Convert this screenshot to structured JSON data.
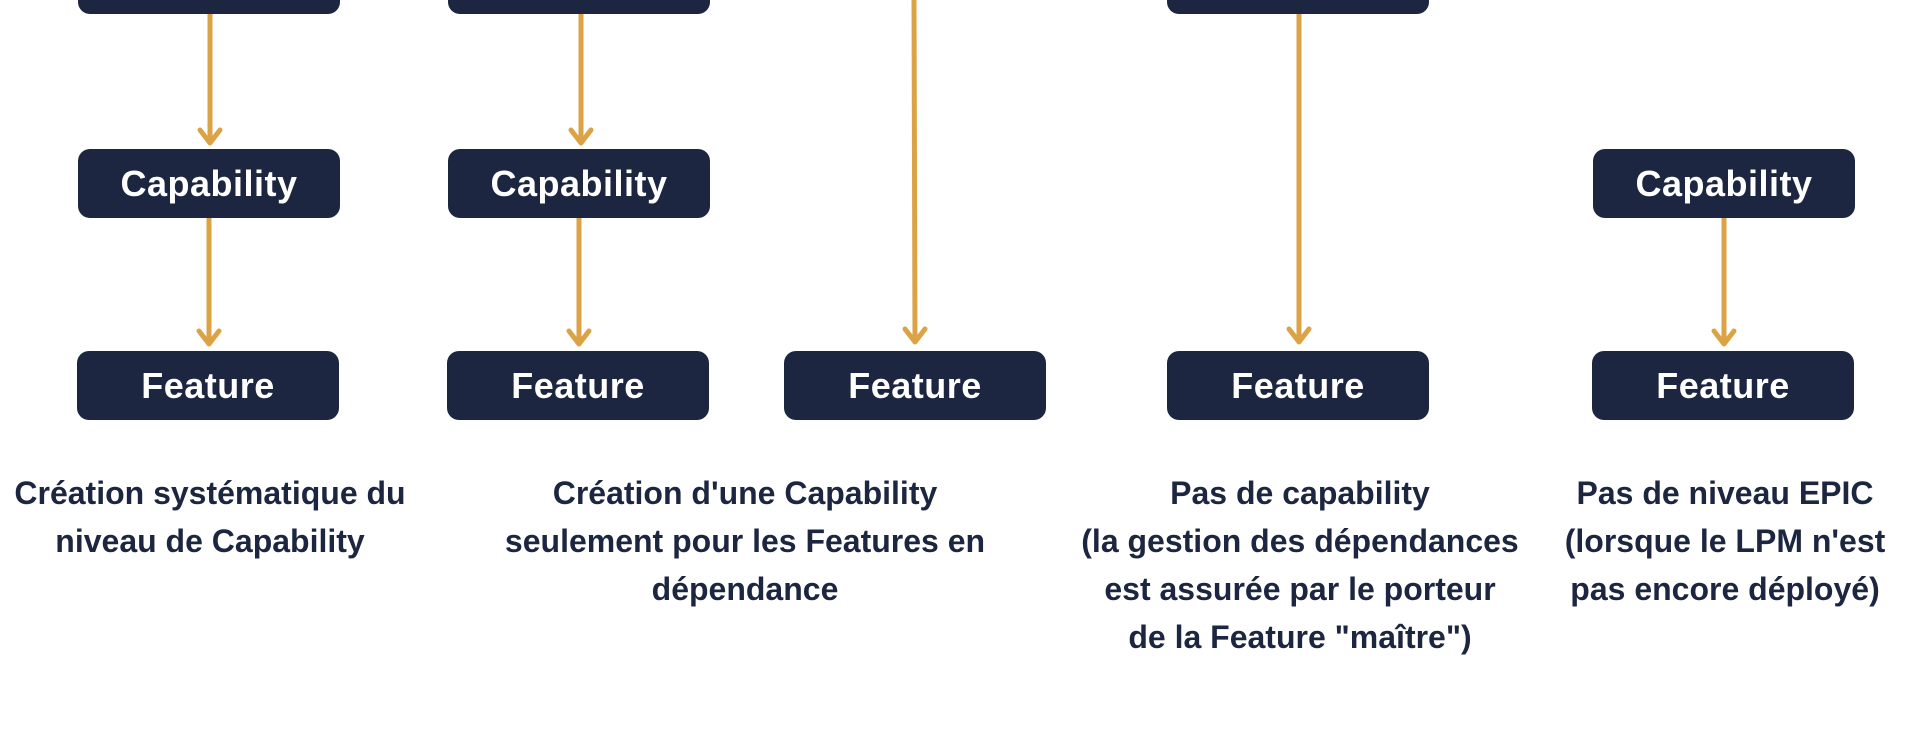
{
  "colors": {
    "node_fill": "#1c2640",
    "node_text": "#ffffff",
    "arrow": "#dba346",
    "caption_text": "#1c2640",
    "background": "#ffffff"
  },
  "nodes": {
    "capability_label": "Capability",
    "feature_label": "Feature"
  },
  "columns": [
    {
      "caption": [
        "Création systématique du",
        "niveau de Capability"
      ]
    },
    {
      "caption": [
        "Création d'une Capability",
        "seulement pour les Features en",
        "dépendance"
      ]
    },
    {
      "caption": [
        "Pas de capability",
        "(la gestion des dépendances",
        "est assurée par le porteur",
        "de la  Feature \"maître\")"
      ]
    },
    {
      "caption": [
        "Pas de niveau EPIC",
        "(lorsque le LPM n'est",
        "pas encore déployé)"
      ]
    }
  ]
}
